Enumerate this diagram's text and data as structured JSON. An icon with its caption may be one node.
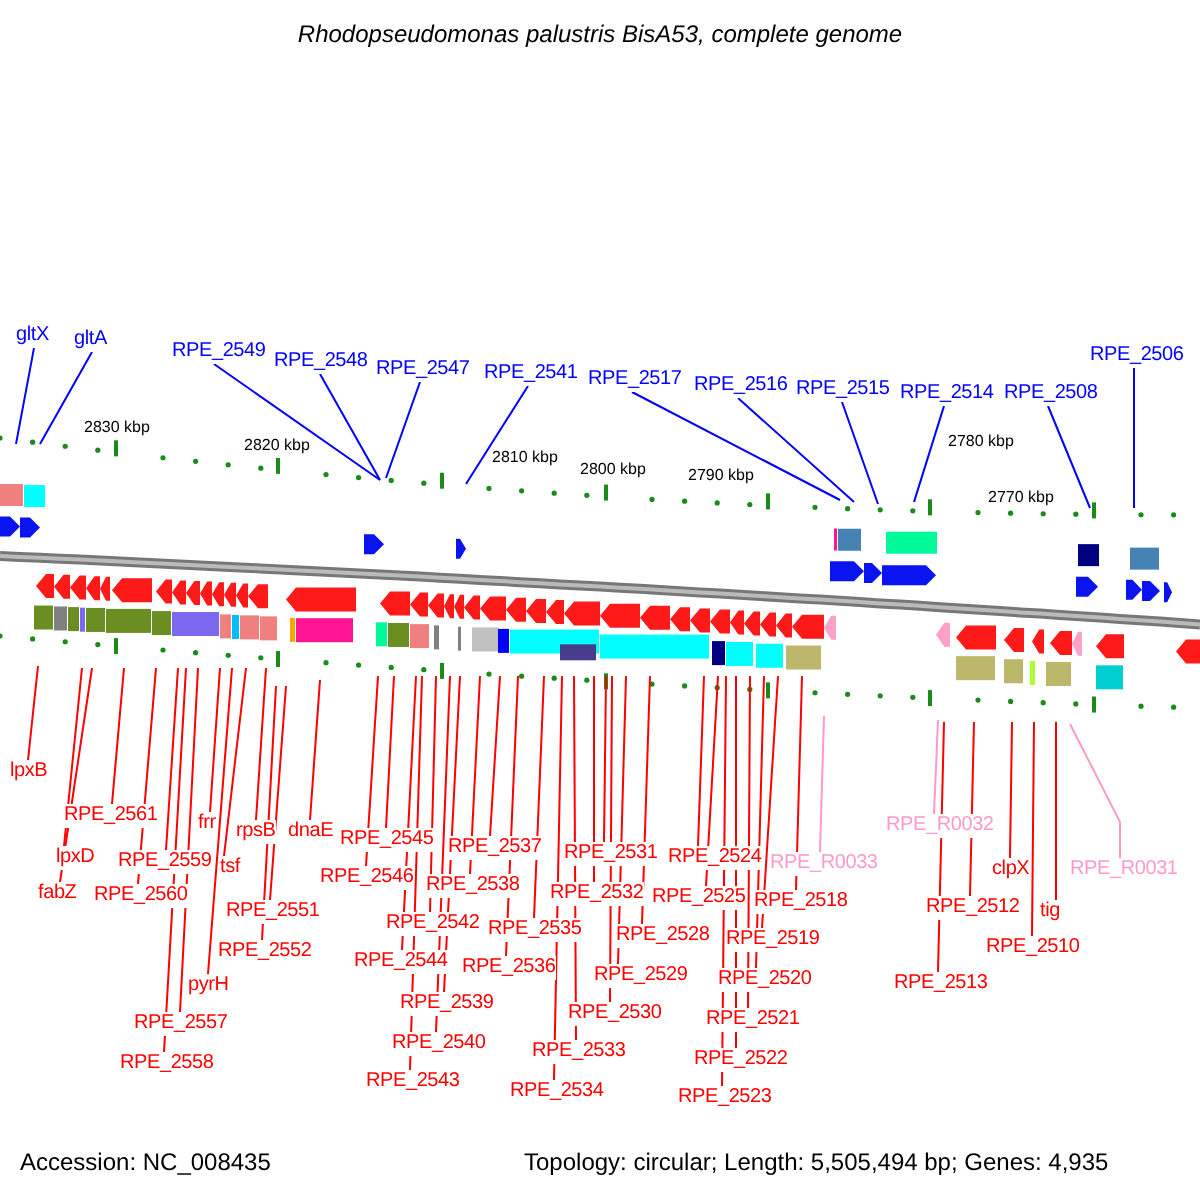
{
  "diagram": {
    "title": "Rhodopseudomonas palustris BisA53, complete genome",
    "nodes": [
      {
        "text": [
          "gltX"
        ]
      },
      {
        "text": [
          "gltA"
        ]
      },
      {
        "text": [
          "RPE_2549"
        ]
      },
      {
        "text": [
          "RPE_2548"
        ]
      },
      {
        "text": [
          "RPE_2547"
        ]
      },
      {
        "text": [
          "RPE_2541"
        ]
      },
      {
        "text": [
          "RPE_2517"
        ]
      },
      {
        "text": [
          "RPE_2516"
        ]
      },
      {
        "text": [
          "RPE_2515"
        ]
      },
      {
        "text": [
          "RPE_2514"
        ]
      },
      {
        "text": [
          "RPE_2508"
        ]
      },
      {
        "text": [
          "RPE_2506"
        ]
      },
      {
        "text": [
          "lpxB"
        ]
      },
      {
        "text": [
          "RPE_2561"
        ]
      },
      {
        "text": [
          "lpxD"
        ]
      },
      {
        "text": [
          "fabZ"
        ]
      },
      {
        "text": [
          "RPE_2559"
        ]
      },
      {
        "text": [
          "RPE_2560"
        ]
      },
      {
        "text": [
          "frr"
        ]
      },
      {
        "text": [
          "tsf"
        ]
      },
      {
        "text": [
          "rpsB"
        ]
      },
      {
        "text": [
          "dnaE"
        ]
      },
      {
        "text": [
          "RPE_2551"
        ]
      },
      {
        "text": [
          "RPE_2552"
        ]
      },
      {
        "text": [
          "pyrH"
        ]
      },
      {
        "text": [
          "RPE_2557"
        ]
      },
      {
        "text": [
          "RPE_2558"
        ]
      },
      {
        "text": [
          "RPE_2545"
        ]
      },
      {
        "text": [
          "RPE_2546"
        ]
      },
      {
        "text": [
          "RPE_2537"
        ]
      },
      {
        "text": [
          "RPE_2538"
        ]
      },
      {
        "text": [
          "RPE_2542"
        ]
      },
      {
        "text": [
          "RPE_2535"
        ]
      },
      {
        "text": [
          "RPE_2544"
        ]
      },
      {
        "text": [
          "RPE_2536"
        ]
      },
      {
        "text": [
          "RPE_2539"
        ]
      },
      {
        "text": [
          "RPE_2540"
        ]
      },
      {
        "text": [
          "RPE_2543"
        ]
      },
      {
        "text": [
          "RPE_2531"
        ]
      },
      {
        "text": [
          "RPE_2532"
        ]
      },
      {
        "text": [
          "RPE_2528"
        ]
      },
      {
        "text": [
          "RPE_2529"
        ]
      },
      {
        "text": [
          "RPE_2530"
        ]
      },
      {
        "text": [
          "RPE_2533"
        ]
      },
      {
        "text": [
          "RPE_2534"
        ]
      },
      {
        "text": [
          "RPE_2524"
        ]
      },
      {
        "text": [
          "RPE_2525"
        ]
      },
      {
        "text": [
          "RPE_2518"
        ]
      },
      {
        "text": [
          "RPE_2519"
        ]
      },
      {
        "text": [
          "RPE_2520"
        ]
      },
      {
        "text": [
          "RPE_2521"
        ]
      },
      {
        "text": [
          "RPE_2522"
        ]
      },
      {
        "text": [
          "RPE_2523"
        ]
      },
      {
        "text": [
          "RPE_R0033"
        ]
      },
      {
        "text": [
          "RPE_R0032"
        ]
      },
      {
        "text": [
          "RPE_2512"
        ]
      },
      {
        "text": [
          "RPE_2513"
        ]
      },
      {
        "text": [
          "clpX"
        ]
      },
      {
        "text": [
          "RPE_2510"
        ]
      },
      {
        "text": [
          "tig"
        ]
      },
      {
        "text": [
          "RPE_R0031"
        ]
      }
    ],
    "edges": [
      {
        "from": 0,
        "to": null,
        "arrow": "none",
        "color": "#0000ff"
      },
      {
        "from": 1,
        "to": null,
        "arrow": "none",
        "color": "#0000ff"
      },
      {
        "from": 2,
        "to": null,
        "arrow": "none",
        "color": "#0000ff"
      },
      {
        "from": 3,
        "to": null,
        "arrow": "none",
        "color": "#0000ff"
      },
      {
        "from": 4,
        "to": null,
        "arrow": "none",
        "color": "#0000ff"
      },
      {
        "from": 5,
        "to": null,
        "arrow": "none",
        "color": "#0000ff"
      },
      {
        "from": 6,
        "to": null,
        "arrow": "none",
        "color": "#0000ff"
      },
      {
        "from": 7,
        "to": null,
        "arrow": "none",
        "color": "#0000ff"
      },
      {
        "from": 8,
        "to": null,
        "arrow": "none",
        "color": "#0000ff"
      },
      {
        "from": 9,
        "to": null,
        "arrow": "none",
        "color": "#0000ff"
      },
      {
        "from": 10,
        "to": null,
        "arrow": "none",
        "color": "#0000ff"
      },
      {
        "from": 11,
        "to": null,
        "arrow": "none",
        "color": "#0000ff"
      },
      {
        "from": 12,
        "to": null,
        "arrow": "none"
      },
      {
        "from": 13,
        "to": null,
        "arrow": "none"
      },
      {
        "from": 14,
        "to": null,
        "arrow": "none"
      },
      {
        "from": 15,
        "to": null,
        "arrow": "none"
      },
      {
        "from": 16,
        "to": null,
        "arrow": "none"
      },
      {
        "from": 17,
        "to": null,
        "arrow": "none"
      },
      {
        "from": 18,
        "to": null,
        "arrow": "none"
      },
      {
        "from": 19,
        "to": null,
        "arrow": "none"
      },
      {
        "from": 20,
        "to": null,
        "arrow": "none"
      },
      {
        "from": 21,
        "to": null,
        "arrow": "none"
      },
      {
        "from": 22,
        "to": null,
        "arrow": "none"
      },
      {
        "from": 23,
        "to": null,
        "arrow": "none"
      },
      {
        "from": 24,
        "to": null,
        "arrow": "none"
      },
      {
        "from": 25,
        "to": null,
        "arrow": "none"
      },
      {
        "from": 26,
        "to": null,
        "arrow": "none"
      },
      {
        "from": 27,
        "to": null,
        "arrow": "none"
      },
      {
        "from": 28,
        "to": null,
        "arrow": "none"
      },
      {
        "from": 29,
        "to": null,
        "arrow": "none"
      },
      {
        "from": 30,
        "to": null,
        "arrow": "none"
      },
      {
        "from": 31,
        "to": null,
        "arrow": "none"
      },
      {
        "from": 32,
        "to": null,
        "arrow": "none"
      },
      {
        "from": 33,
        "to": null,
        "arrow": "none"
      },
      {
        "from": 34,
        "to": null,
        "arrow": "none"
      },
      {
        "from": 35,
        "to": null,
        "arrow": "none"
      },
      {
        "from": 36,
        "to": null,
        "arrow": "none"
      },
      {
        "from": 37,
        "to": null,
        "arrow": "none"
      },
      {
        "from": 38,
        "to": null,
        "arrow": "none"
      },
      {
        "from": 39,
        "to": null,
        "arrow": "none"
      },
      {
        "from": 40,
        "to": null,
        "arrow": "none"
      },
      {
        "from": 41,
        "to": null,
        "arrow": "none"
      },
      {
        "from": 42,
        "to": null,
        "arrow": "none"
      },
      {
        "from": 43,
        "to": null,
        "arrow": "none"
      },
      {
        "from": 44,
        "to": null,
        "arrow": "none"
      },
      {
        "from": 45,
        "to": null,
        "arrow": "none"
      },
      {
        "from": 46,
        "to": null,
        "arrow": "none"
      },
      {
        "from": 47,
        "to": null,
        "arrow": "none"
      },
      {
        "from": 48,
        "to": null,
        "arrow": "none"
      },
      {
        "from": 49,
        "to": null,
        "arrow": "none"
      },
      {
        "from": 50,
        "to": null,
        "arrow": "none"
      },
      {
        "from": 51,
        "to": null,
        "arrow": "none"
      },
      {
        "from": 52,
        "to": null,
        "arrow": "none"
      },
      {
        "from": 53,
        "to": null,
        "arrow": "none",
        "color": "#ff99cc"
      },
      {
        "from": 54,
        "to": null,
        "arrow": "none",
        "color": "#ff99cc"
      },
      {
        "from": 55,
        "to": null,
        "arrow": "none"
      },
      {
        "from": 56,
        "to": null,
        "arrow": "none"
      },
      {
        "from": 57,
        "to": null,
        "arrow": "none"
      },
      {
        "from": 58,
        "to": null,
        "arrow": "none"
      },
      {
        "from": 59,
        "to": null,
        "arrow": "none"
      },
      {
        "from": 60,
        "to": null,
        "arrow": "none",
        "color": "#ff99cc"
      }
    ],
    "labels": [
      "2830 kbp",
      "2820 kbp",
      "2810 kbp",
      "2800 kbp",
      "2790 kbp",
      "2780 kbp",
      "2770 kbp",
      "Accession: NC_008435",
      "Topology: circular; Length: 5,505,494 bp; Genes: 4,935"
    ]
  }
}
